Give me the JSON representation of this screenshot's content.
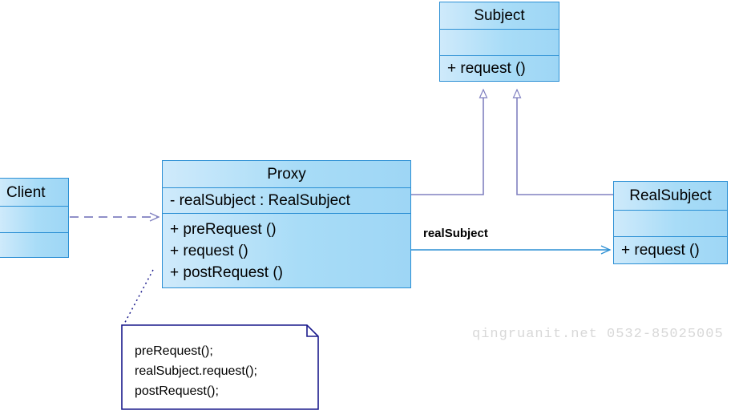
{
  "diagram": {
    "title": "Proxy Pattern UML Class Diagram",
    "type": "uml-class-diagram",
    "colors": {
      "class_border": "#2b8fd4",
      "class_fill_light": "#cfeafb",
      "class_fill_dark": "#9ed6f5",
      "generalization_line": "#8080c0",
      "dependency_line": "#8080c0",
      "association_line": "#2b8fd4",
      "note_border": "#1a1a8c",
      "note_link_line": "#1a1a8c",
      "text": "#000000",
      "watermark": "#d8d8d8"
    }
  },
  "classes": {
    "subject": {
      "name": "Subject",
      "attributes": [],
      "operations": [
        "+  request ()"
      ]
    },
    "proxy": {
      "name": "Proxy",
      "attributes": [
        "-  realSubject  :  RealSubject"
      ],
      "operations": [
        "+  preRequest ()",
        "+  request ()",
        "+  postRequest ()"
      ]
    },
    "real_subject": {
      "name": "RealSubject",
      "attributes": [],
      "operations": [
        "+  request ()"
      ]
    },
    "client": {
      "name": "Client",
      "attributes": [],
      "operations": []
    }
  },
  "relationships": {
    "proxy_realsubject_label": "realSubject",
    "client_proxy": "dependency",
    "proxy_subject": "generalization",
    "realsubject_subject": "generalization"
  },
  "note": {
    "lines": [
      "preRequest();",
      "realSubject.request();",
      "postRequest();"
    ],
    "text": "preRequest();\nrealSubject.request();\npostRequest();"
  },
  "watermark": {
    "text": "qingruanit.net 0532-85025005"
  }
}
